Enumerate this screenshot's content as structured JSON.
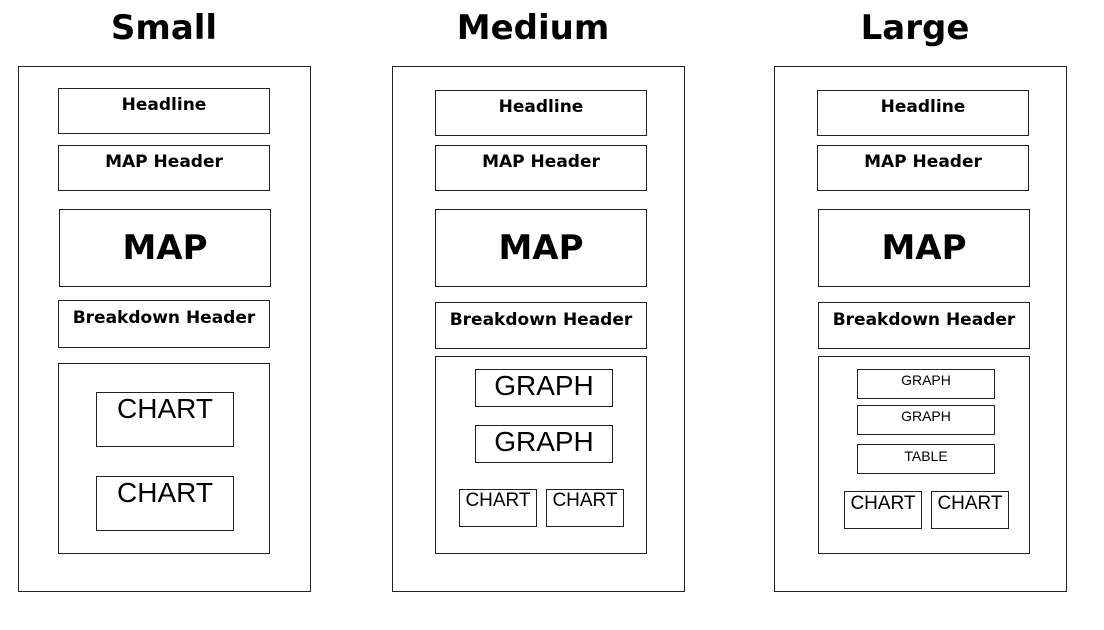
{
  "columns": [
    {
      "title": "Small",
      "headline": "Headline",
      "map_header": "MAP Header",
      "map": "MAP",
      "breakdown_header": "Breakdown Header",
      "charts": [
        "CHART",
        "CHART"
      ]
    },
    {
      "title": "Medium",
      "headline": "Headline",
      "map_header": "MAP Header",
      "map": "MAP",
      "breakdown_header": "Breakdown Header",
      "graphs": [
        "GRAPH",
        "GRAPH"
      ],
      "charts": [
        "CHART",
        "CHART"
      ]
    },
    {
      "title": "Large",
      "headline": "Headline",
      "map_header": "MAP Header",
      "map": "MAP",
      "breakdown_header": "Breakdown Header",
      "graphs": [
        "GRAPH",
        "GRAPH"
      ],
      "table": "TABLE",
      "charts": [
        "CHART",
        "CHART"
      ]
    }
  ]
}
